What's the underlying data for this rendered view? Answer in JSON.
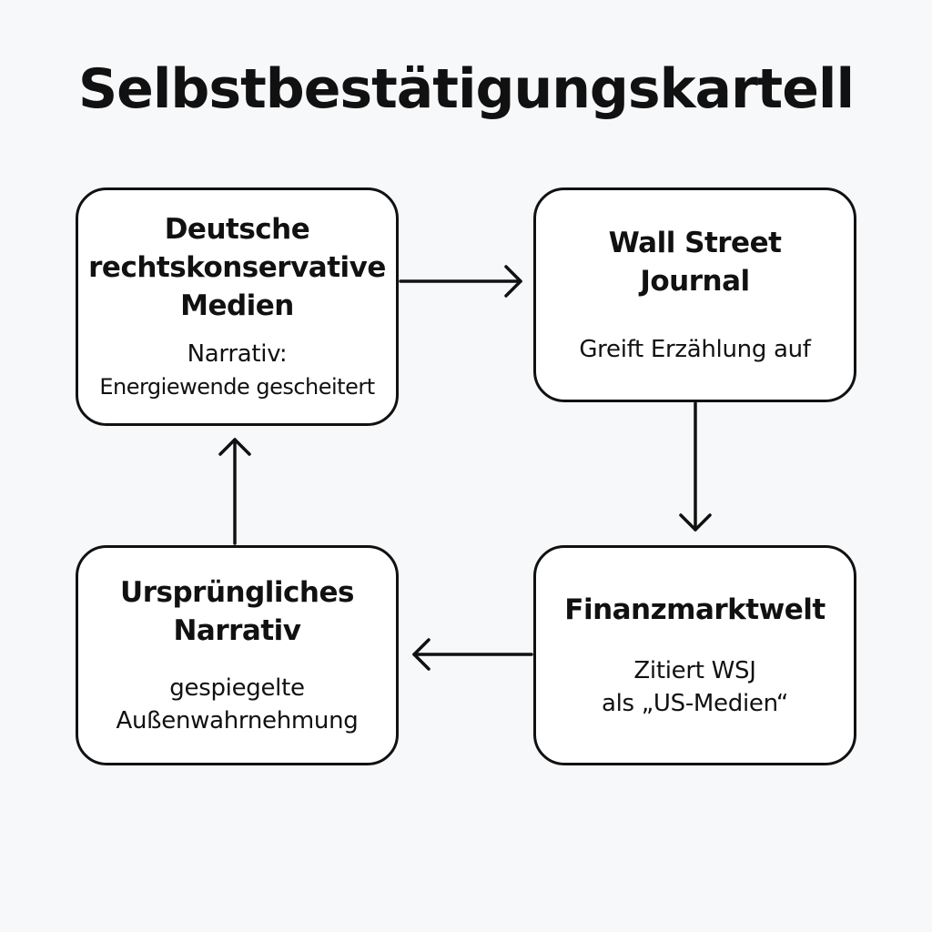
{
  "diagram": {
    "title": "Selbstbestätigungskartell",
    "nodes": {
      "deutsche_medien": {
        "title_lines": [
          "Deutsche",
          "rechtskonservative",
          "Medien"
        ],
        "sub_lines": [
          "Narrativ:",
          "Energiewende gescheitert"
        ]
      },
      "wall_street_journal": {
        "title_lines": [
          "Wall Street",
          "Journal"
        ],
        "sub_lines": [
          "Greift Erzählung auf"
        ]
      },
      "finanzmarktwelt": {
        "title_lines": [
          "Finanzmarktwelt"
        ],
        "sub_lines": [
          "Zitiert WSJ",
          "als „US-Medien“"
        ]
      },
      "urspruengliches_narrativ": {
        "title_lines": [
          "Ursprüngliches",
          "Narrativ"
        ],
        "sub_lines": [
          "gespiegelte",
          "Außenwahrnehmung"
        ]
      }
    },
    "edges": [
      {
        "from": "deutsche_medien",
        "to": "wall_street_journal"
      },
      {
        "from": "wall_street_journal",
        "to": "finanzmarktwelt"
      },
      {
        "from": "finanzmarktwelt",
        "to": "urspruengliches_narrativ"
      },
      {
        "from": "urspruengliches_narrativ",
        "to": "deutsche_medien"
      }
    ],
    "colors": {
      "background": "#f7f8fa",
      "box_fill": "#ffffff",
      "stroke": "#111111"
    }
  }
}
